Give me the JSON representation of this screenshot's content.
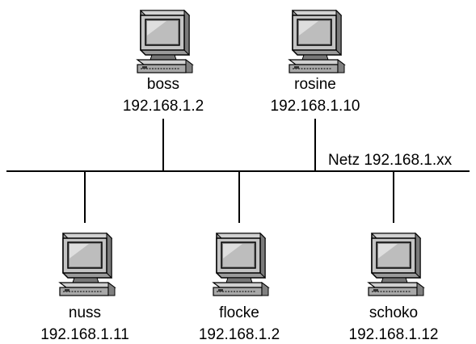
{
  "network": {
    "label": "Netz 192.168.1.xx"
  },
  "hosts": [
    {
      "name": "boss",
      "ip": "192.168.1.2"
    },
    {
      "name": "rosine",
      "ip": "192.168.1.10"
    },
    {
      "name": "nuss",
      "ip": "192.168.1.11"
    },
    {
      "name": "flocke",
      "ip": "192.168.1.2"
    },
    {
      "name": "schoko",
      "ip": "192.168.1.12"
    }
  ]
}
